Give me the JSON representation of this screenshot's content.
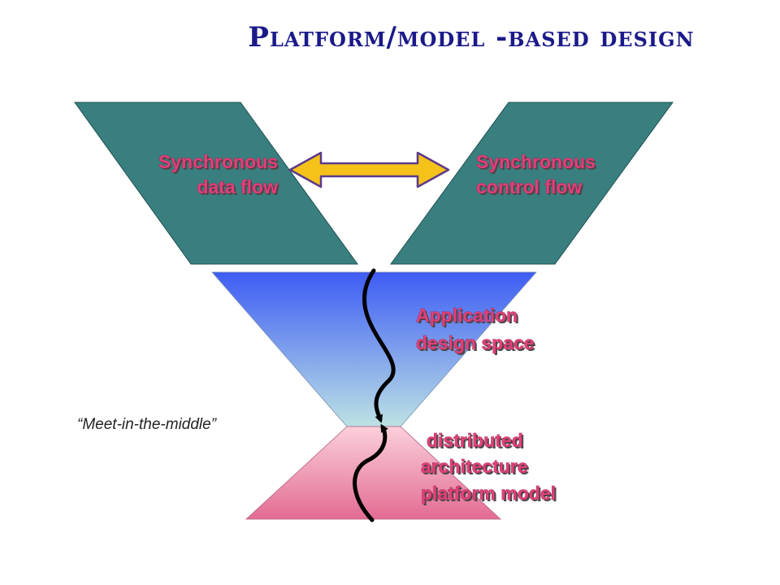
{
  "title": "Platform/model -based design",
  "labels": {
    "sync_data_flow": [
      "Synchronous",
      "data flow"
    ],
    "sync_control_flow": [
      "Synchronous",
      "control flow"
    ],
    "application_space": [
      "Application",
      "design space"
    ],
    "platform_model": [
      "distributed",
      "architecture",
      "platform model"
    ],
    "meet_in_middle": "“Meet-in-the-middle”"
  },
  "colors": {
    "title": "#1a1a8a",
    "parallelogram": "#3a7f80",
    "upper_triangle_top": "#3d5cf5",
    "upper_triangle_bottom": "#bde2e4",
    "lower_trapezoid_top": "#fbd0da",
    "lower_trapezoid_bottom": "#e36b93",
    "arrow_fill": "#f5c21a",
    "label_text": "#e0417a"
  },
  "icons": [
    "double-headed-arrow",
    "wavy-down-arrow",
    "wavy-up-arrow"
  ]
}
